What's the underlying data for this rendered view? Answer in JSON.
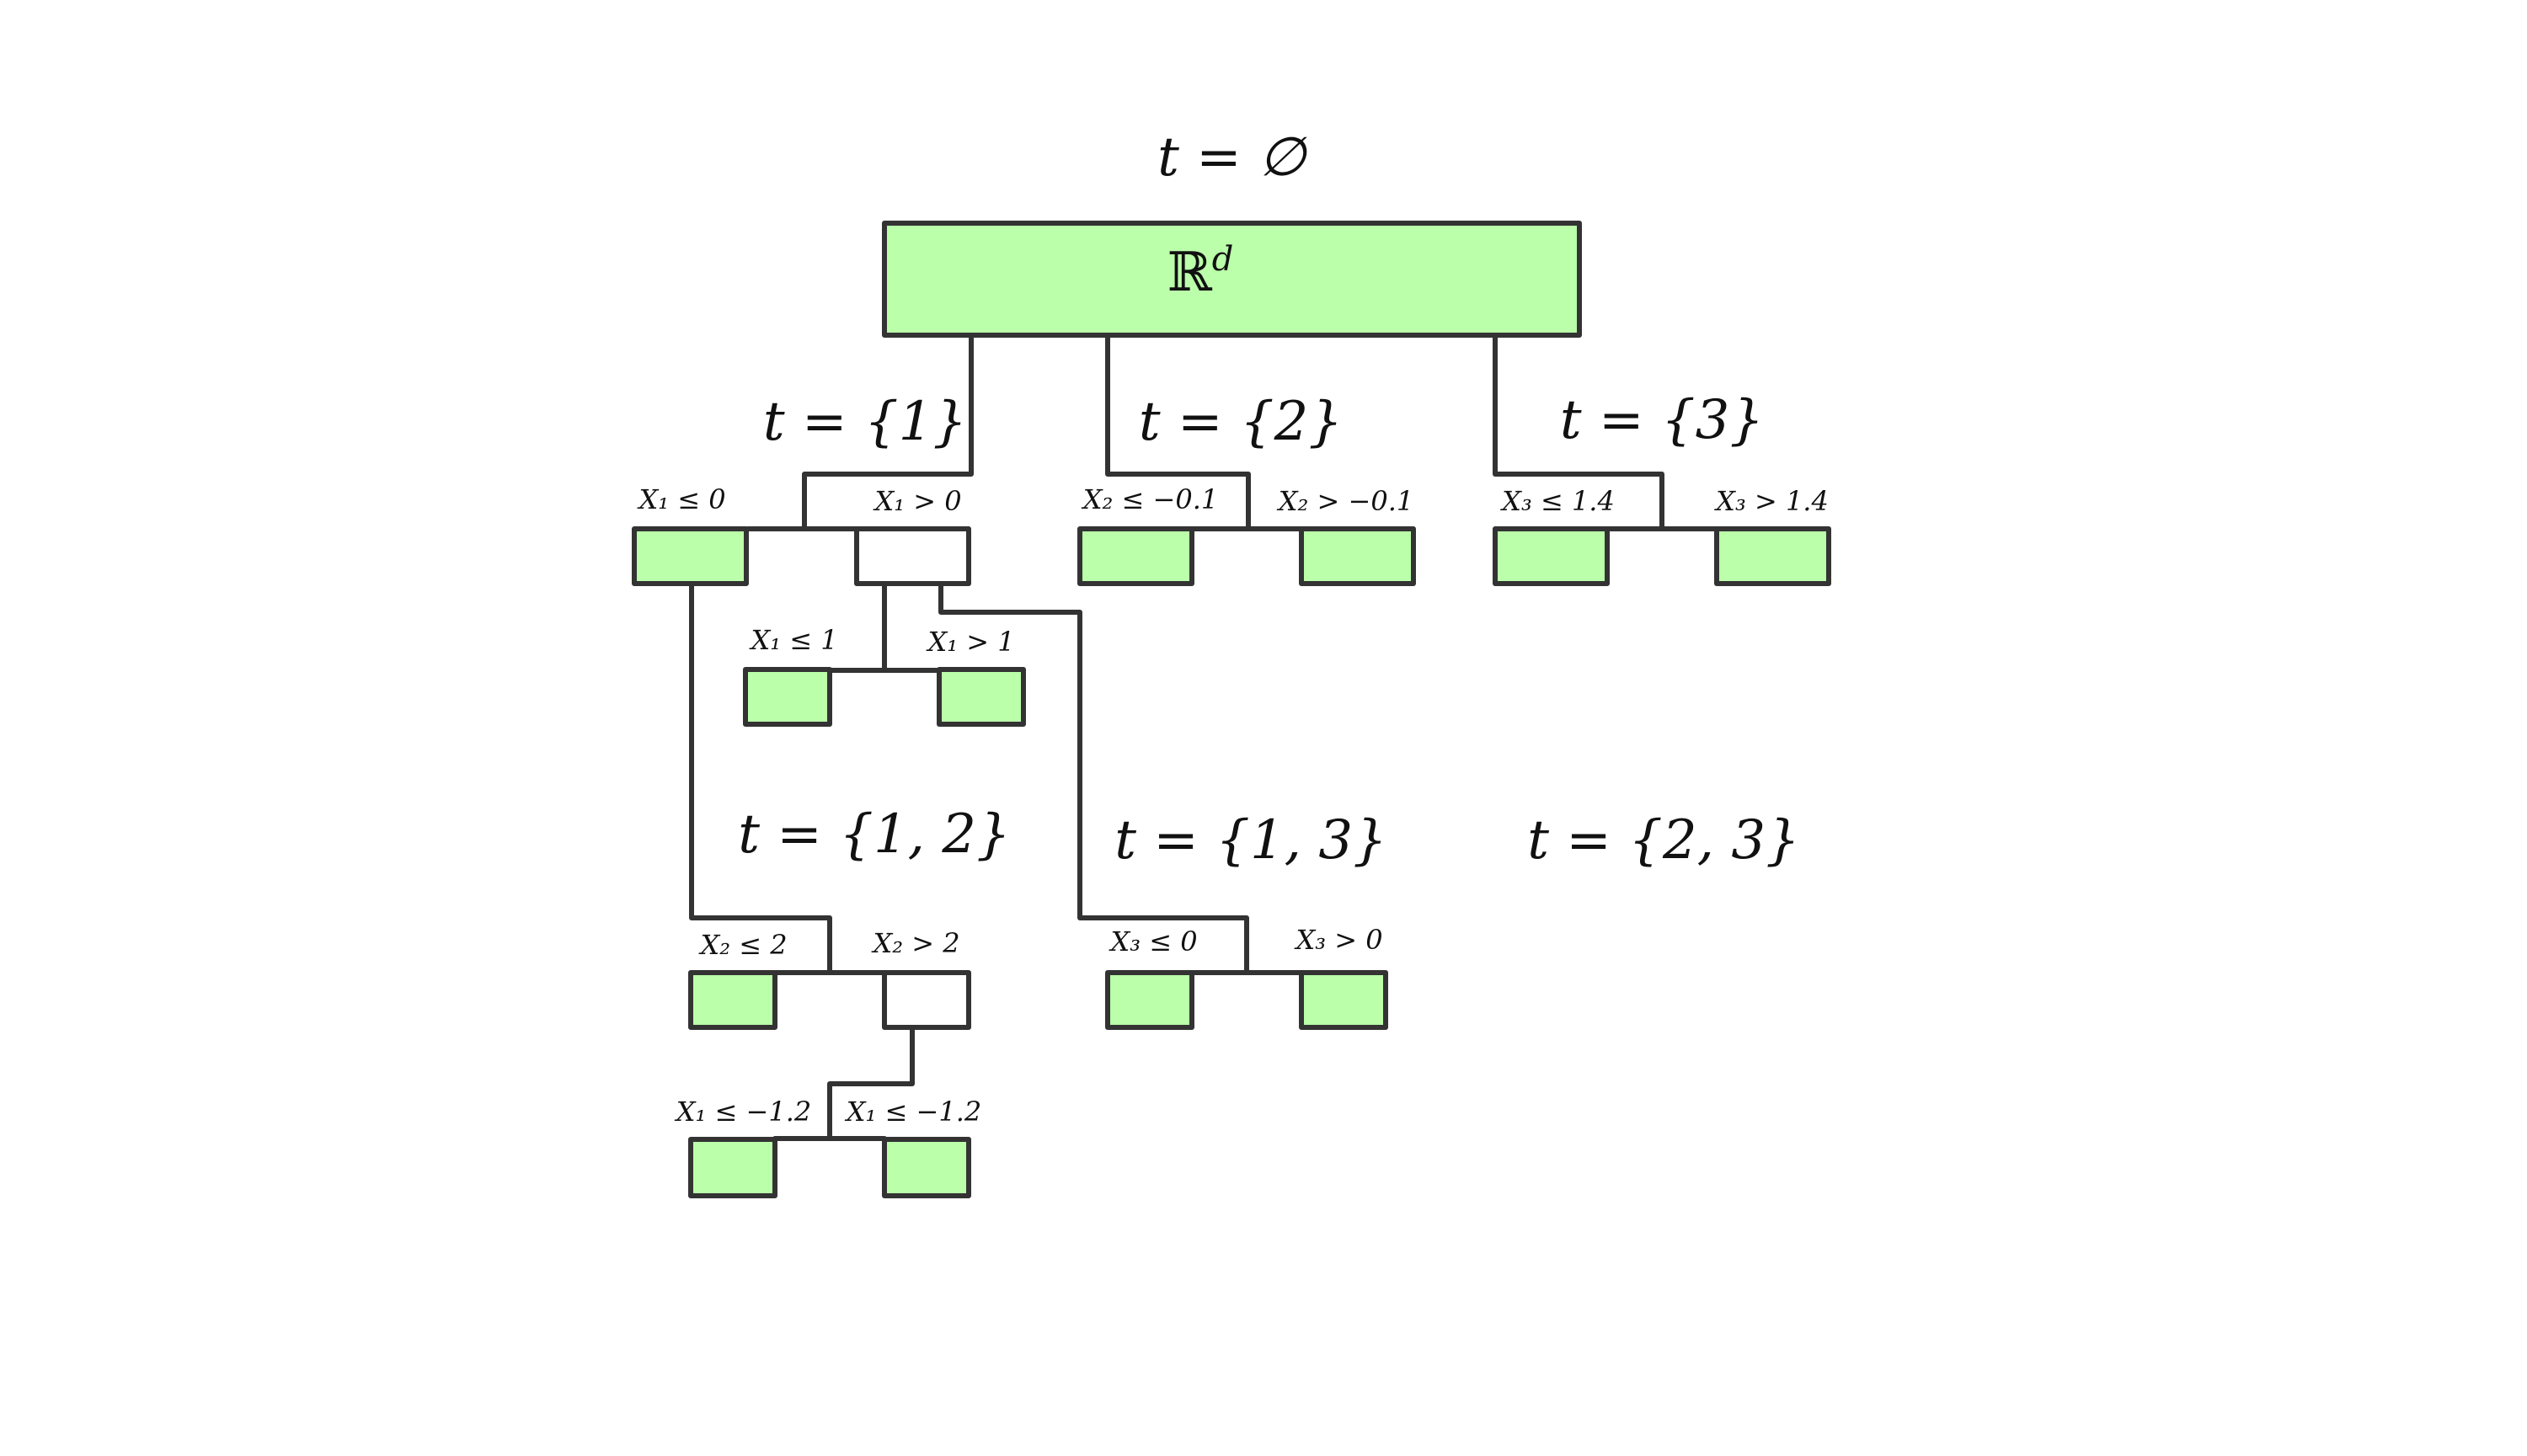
{
  "colors": {
    "node_fill": "#bbffaa",
    "line": "#333333"
  },
  "root": {
    "subset_label": "t = ∅",
    "space": "ℝ",
    "space_sup": "d"
  },
  "subsets": {
    "t1": "t = {1}",
    "t2": "t = {2}",
    "t3": "t = {3}",
    "t12": "t = {1, 2}",
    "t13": "t = {1, 3}",
    "t23": "t = {2, 3}"
  },
  "splits": {
    "x1_le_0": "X₁ ≤ 0",
    "x1_gt_0": "X₁ > 0",
    "x1_le_1": "X₁ ≤ 1",
    "x1_gt_1": "X₁ > 1",
    "x2_le_m01": "X₂ ≤ −0.1",
    "x2_gt_m01": "X₂ > −0.1",
    "x3_le_14": "X₃ ≤ 1.4",
    "x3_gt_14": "X₃ > 1.4",
    "x2_le_2": "X₂ ≤ 2",
    "x2_gt_2": "X₂ > 2",
    "x3_le_0": "X₃ ≤ 0",
    "x3_gt_0": "X₃ > 0",
    "x1_le_m12_a": "X₁ ≤ −1.2",
    "x1_le_m12_b": "X₁ ≤ −1.2"
  }
}
